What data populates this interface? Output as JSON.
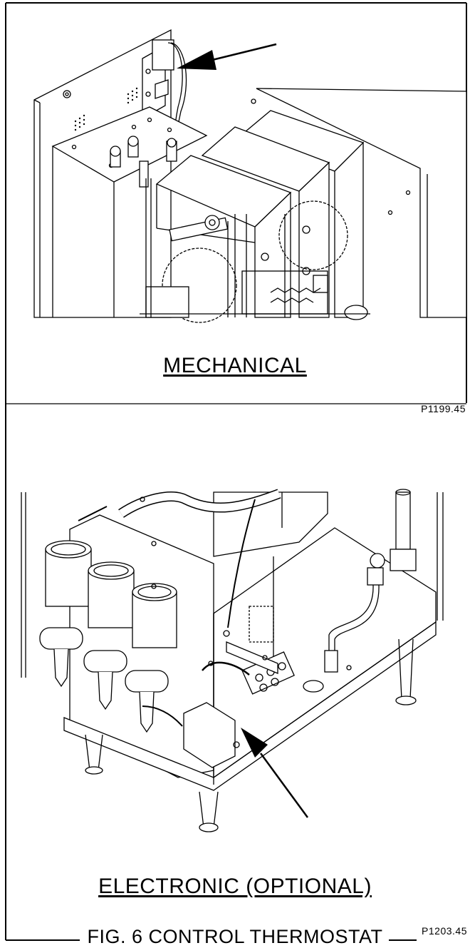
{
  "panels": {
    "top": {
      "caption": "MECHANICAL",
      "code": "P1199.45"
    },
    "bottom": {
      "caption": "ELECTRONIC (OPTIONAL)",
      "code": "P1203.45"
    }
  },
  "figure_title": "FIG. 6 CONTROL THERMOSTAT"
}
